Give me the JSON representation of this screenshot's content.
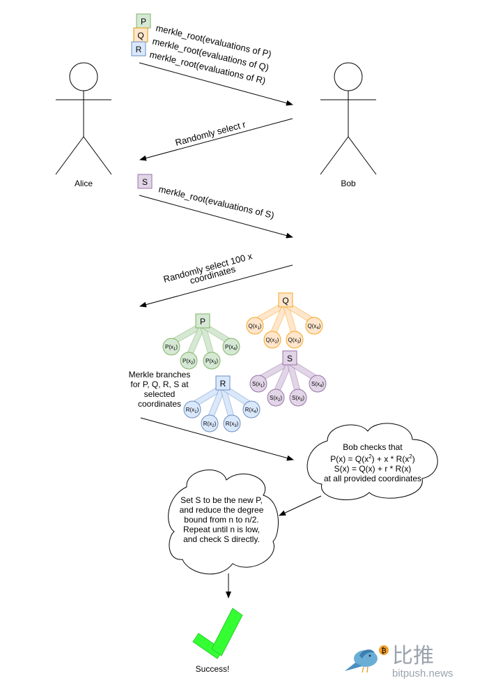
{
  "actors": {
    "alice": "Alice",
    "bob": "Bob"
  },
  "step1": {
    "badges": [
      "P",
      "Q",
      "R"
    ],
    "lines": [
      "merkle_root(evaluations of P)",
      "merkle_root(evaluations of Q)",
      "merkle_root(evaluations of R)"
    ]
  },
  "step2": {
    "text": "Randomly select r"
  },
  "step3": {
    "badge": "S",
    "text": "merkle_root(evaluations of S)"
  },
  "step4": {
    "lines": [
      "Randomly select 100 x",
      "coordinates"
    ]
  },
  "merkle_label": [
    "Merkle branches",
    "for P, Q, R, S at",
    "selected",
    "coordinates"
  ],
  "trees": {
    "P": {
      "root": "P",
      "leaves": [
        "P(x1)",
        "P(x2)",
        "P(x3)",
        "P(x4)"
      ],
      "fill": "#d5e8d4",
      "stroke": "#82b366"
    },
    "Q": {
      "root": "Q",
      "leaves": [
        "Q(x1)",
        "Q(x2)",
        "Q(x3)",
        "Q(x4)"
      ],
      "fill": "#ffe6cc",
      "stroke": "#f5a623"
    },
    "R": {
      "root": "R",
      "leaves": [
        "R(x1)",
        "R(x2)",
        "R(x3)",
        "R(x4)"
      ],
      "fill": "#dae8fc",
      "stroke": "#6c8ebf"
    },
    "S": {
      "root": "S",
      "leaves": [
        "S(x1)",
        "S(x2)",
        "S(x3)",
        "S(x4)"
      ],
      "fill": "#e1d5e7",
      "stroke": "#9673a6"
    }
  },
  "bob_check": {
    "l1": "Bob checks that",
    "l2_a": "P(x) = Q(x",
    "l2_sup1": "2",
    "l2_b": ") + x * R(x",
    "l2_sup2": "2",
    "l2_c": ")",
    "l3": "S(x) = Q(x) + r * R(x)",
    "l4": "at all provided coordinates"
  },
  "recurse": {
    "lines": [
      "Set S to be the new P,",
      "and reduce the degree",
      "bound from n to n/2.",
      "Repeat until n is low,",
      "and  check S directly."
    ]
  },
  "success": {
    "text": "Success!",
    "color": "#33ff33"
  },
  "watermark": {
    "cn": "比推",
    "en": "bitpush.news"
  }
}
